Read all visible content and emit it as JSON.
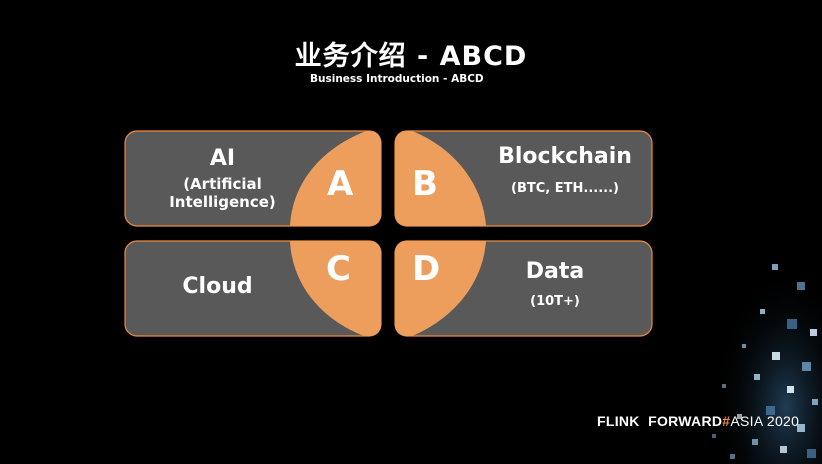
{
  "title": "业务介绍 - ABCD",
  "subtitle": "Business Introduction - ABCD",
  "colors": {
    "card": "#595959",
    "accent": "#ed9d5c",
    "border": "#ed8b3f",
    "background": "#000000"
  },
  "cards": {
    "a": {
      "letter": "A",
      "label": "AI",
      "detail": "(Artificial\nIntelligence)"
    },
    "b": {
      "letter": "B",
      "label": "Blockchain",
      "detail": "(BTC, ETH......)"
    },
    "c": {
      "letter": "C",
      "label": "Cloud"
    },
    "d": {
      "letter": "D",
      "label": "Data",
      "detail": "(10T+)"
    }
  },
  "footer": {
    "brand": "FLINK  FORWARD",
    "hash": "#",
    "event": "ASIA 2020"
  }
}
